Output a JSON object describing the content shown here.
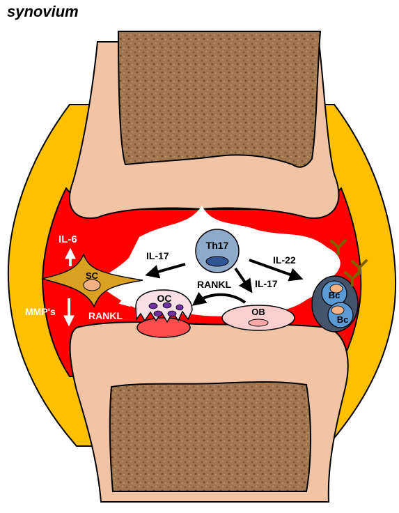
{
  "title": "synovium",
  "labels": {
    "il6": "IL-6",
    "mmps": "MMP's",
    "sc": "SC",
    "rankl_left": "RANKL",
    "oc": "OC",
    "il17_left": "IL-17",
    "th17": "Th17",
    "il22": "IL-22",
    "rankl_center": "RANKL",
    "il17_center": "IL-17",
    "ob": "OB",
    "bc_top": "Bc",
    "bc_bottom": "Bc"
  },
  "colors": {
    "synovium": "#FFC000",
    "inflamed": "#FF0000",
    "cartilage": "#F2C4A6",
    "bone": "#A0764E",
    "th17": "#8EA9C9",
    "bcell": "#5B7FB5",
    "osteoclast": "#F8E0E6",
    "osteoblast": "#FAD0CF",
    "stromal": "#D9A021",
    "nucleus_oc": "#7030A0"
  }
}
